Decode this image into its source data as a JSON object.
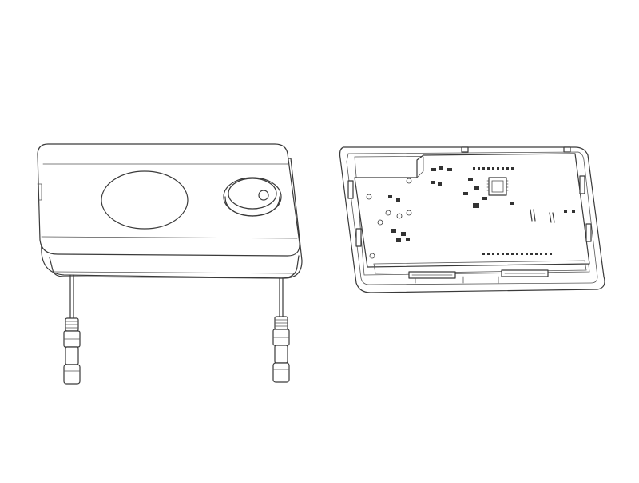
{
  "figure": {
    "background_color": "#ffffff",
    "line_color": "#3a3a3a",
    "components": [
      {
        "name": "assembled-control-panel",
        "parts": [
          "panel-housing",
          "display-window",
          "rotary-knob",
          "cable-left",
          "cable-right"
        ]
      },
      {
        "name": "opened-panel-with-circuit-board",
        "parts": [
          "housing-tray",
          "circuit-board",
          "microcontroller-chip",
          "pin-headers",
          "edge-connectors"
        ]
      }
    ]
  }
}
